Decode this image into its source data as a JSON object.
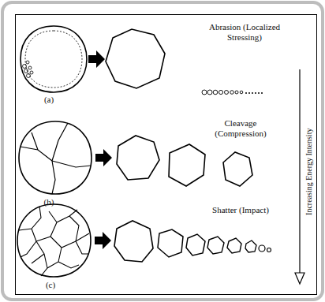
{
  "diagram": {
    "labels": [
      "Abrasion (Localized Stressing)",
      "(a)",
      "Cleavage (Compression)",
      "(b)",
      "Shatter (Impact)",
      "(c)",
      "Increasing Energy Intensity"
    ]
  }
}
